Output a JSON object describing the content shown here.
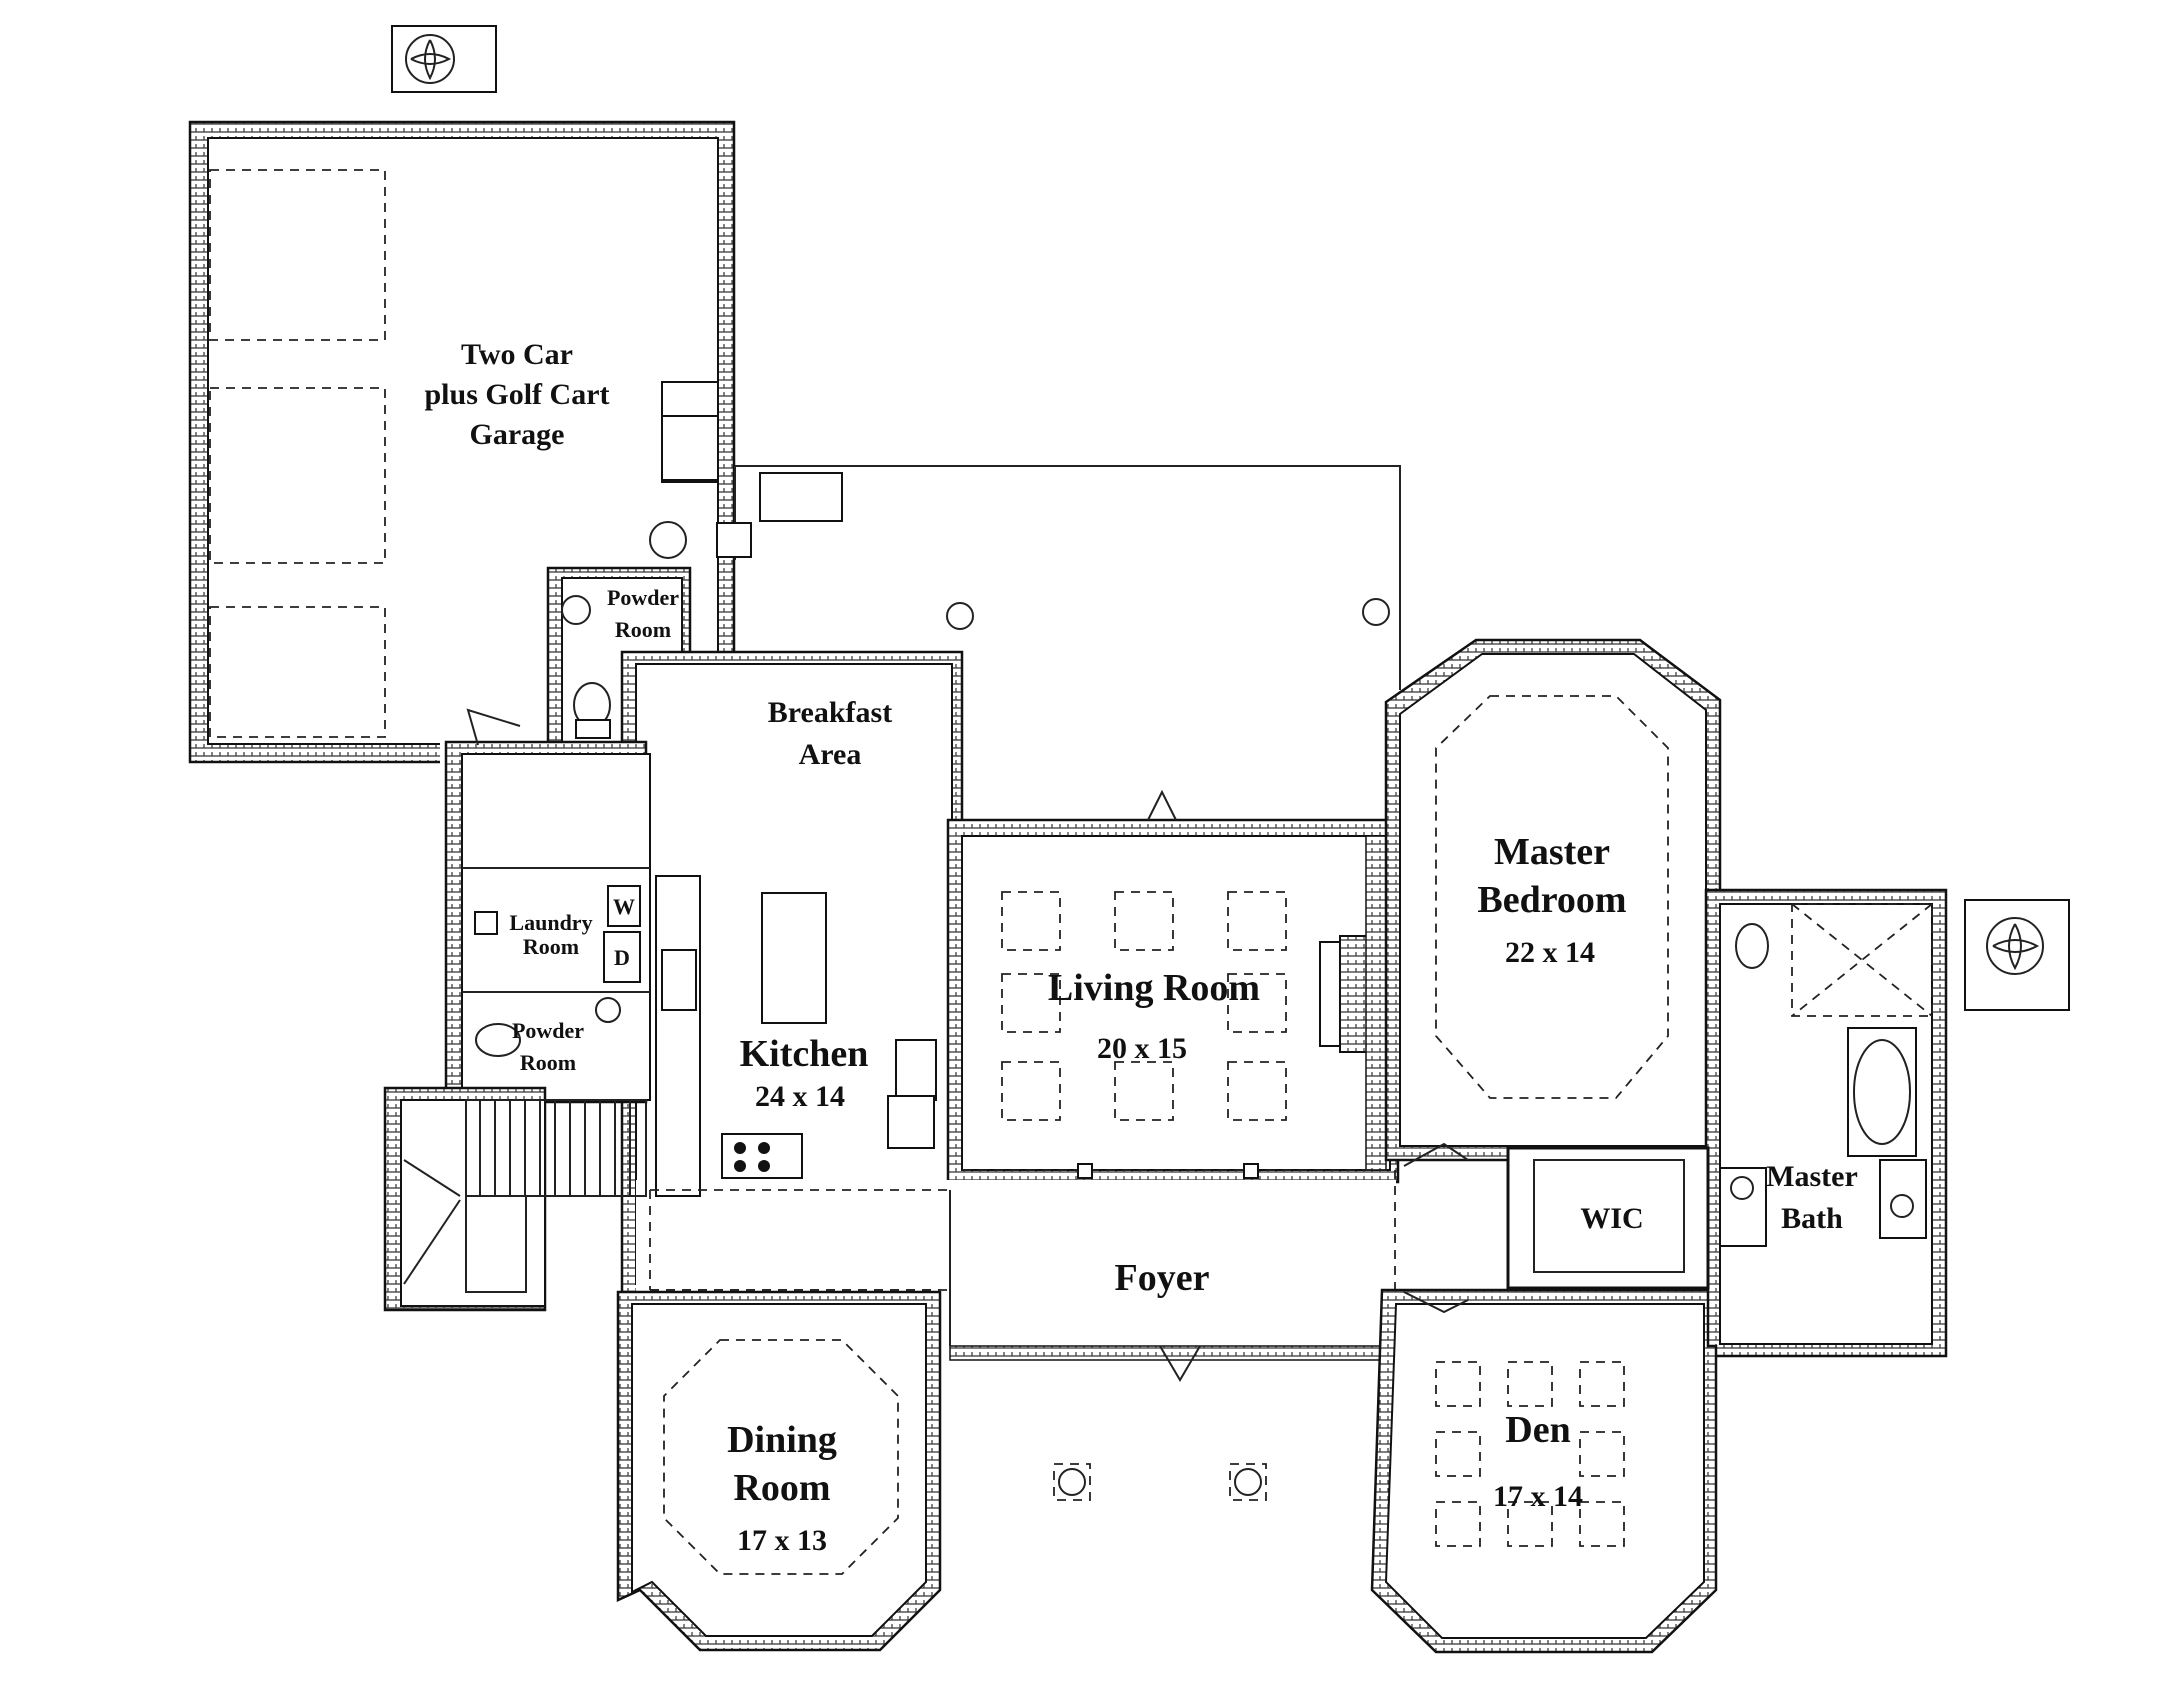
{
  "rooms": {
    "garage": {
      "line1": "Two Car",
      "line2": "plus Golf Cart",
      "line3": "Garage"
    },
    "powder_room_upper": {
      "line1": "Powder",
      "line2": "Room"
    },
    "breakfast_area": {
      "line1": "Breakfast",
      "line2": "Area"
    },
    "laundry_room": {
      "line1": "Laundry",
      "line2": "Room",
      "washer": "W",
      "dryer": "D"
    },
    "powder_room_lower": {
      "line1": "Powder",
      "line2": "Room"
    },
    "kitchen": {
      "name": "Kitchen",
      "size": "24 x 14"
    },
    "living_room": {
      "name": "Living Room",
      "size": "20 x 15"
    },
    "master_bedroom": {
      "line1": "Master",
      "line2": "Bedroom",
      "size": "22 x 14"
    },
    "wic": {
      "name": "WIC"
    },
    "master_bath": {
      "line1": "Master",
      "line2": "Bath"
    },
    "foyer": {
      "name": "Foyer"
    },
    "dining_room": {
      "line1": "Dining",
      "line2": "Room",
      "size": "17 x 13"
    },
    "den": {
      "name": "Den",
      "size": "17 x 14"
    }
  }
}
